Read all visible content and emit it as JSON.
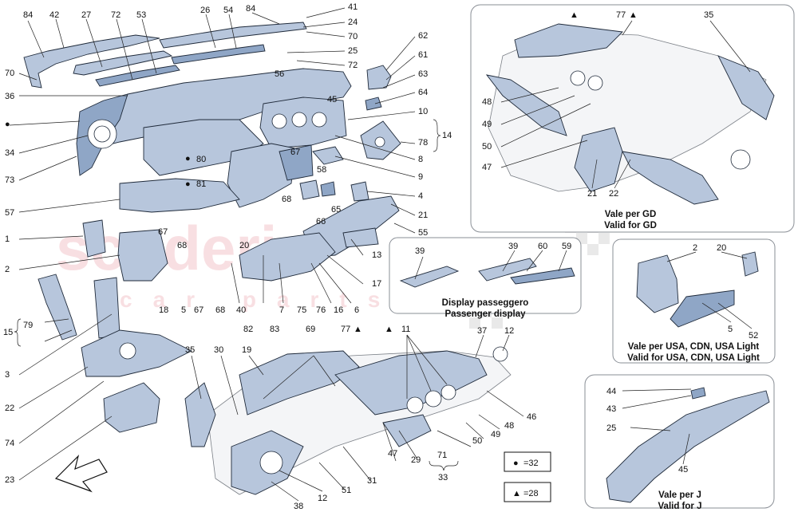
{
  "watermark": {
    "brand": "scuderia",
    "sub": "car parts"
  },
  "legend": {
    "circle_symbol": "●",
    "circle_eq": "=32",
    "triangle_symbol": "▲",
    "triangle_eq": "=28"
  },
  "panels": {
    "gd": {
      "line1": "Vale per GD",
      "line2": "Valid for GD"
    },
    "passenger": {
      "line1": "Display passeggero",
      "line2": "Passenger display"
    },
    "usa": {
      "line1": "Vale per USA, CDN, USA Light",
      "line2": "Valid for USA, CDN, USA Light"
    },
    "j": {
      "line1": "Vale per J",
      "line2": "Valid for J"
    }
  },
  "markers": {
    "circle": "●",
    "triangle": "▲"
  },
  "callouts": {
    "c84a": "84",
    "c42": "42",
    "c27": "27",
    "c72a": "72",
    "c53": "53",
    "c26": "26",
    "c54": "54",
    "c84b": "84",
    "c41": "41",
    "c24": "24",
    "c70a": "70",
    "c25a": "25",
    "c72b": "72",
    "c70b": "70",
    "c36": "36",
    "c56": "56",
    "c45a": "45",
    "c62": "62",
    "c61": "61",
    "c63": "63",
    "c64": "64",
    "c10": "10",
    "c34": "34",
    "c78": "78",
    "c14": "14",
    "c8": "8",
    "c73": "73",
    "c80": "80",
    "c81": "81",
    "c67a": "67",
    "c9": "9",
    "c58": "58",
    "c68a": "68",
    "c57": "57",
    "c4": "4",
    "c66": "66",
    "c65": "65",
    "c21a": "21",
    "c55": "55",
    "c1": "1",
    "c67b": "67",
    "c68b": "68",
    "c20a": "20",
    "c13": "13",
    "c2a": "2",
    "c17": "17",
    "c18": "18",
    "c5a": "5",
    "c67c": "67",
    "c68c": "68",
    "c40": "40",
    "c7": "7",
    "c75": "75",
    "c76": "76",
    "c16": "16",
    "c6": "6",
    "c79": "79",
    "c15": "15",
    "c82": "82",
    "c83": "83",
    "c3": "3",
    "c22a": "22",
    "c74": "74",
    "c23": "23",
    "c35a": "35",
    "c30": "30",
    "c19": "19",
    "c69": "69",
    "c77a": "77",
    "c11": "11",
    "c37": "37",
    "c12a": "12",
    "c46": "46",
    "c48a": "48",
    "c49a": "49",
    "c50a": "50",
    "c47a": "47",
    "c29": "29",
    "c71": "71",
    "c33": "33",
    "c31": "31",
    "c51": "51",
    "c12b": "12",
    "c38": "38",
    "c39a": "39",
    "c39b": "39",
    "c60": "60",
    "c59": "59",
    "c77b": "77",
    "c35b": "35",
    "c48b": "48",
    "c49b": "49",
    "c50b": "50",
    "c47b": "47",
    "c21b": "21",
    "c22b": "22",
    "c2b": "2",
    "c20b": "20",
    "c5b": "5",
    "c52": "52",
    "c44": "44",
    "c43": "43",
    "c25b": "25",
    "c45b": "45"
  }
}
